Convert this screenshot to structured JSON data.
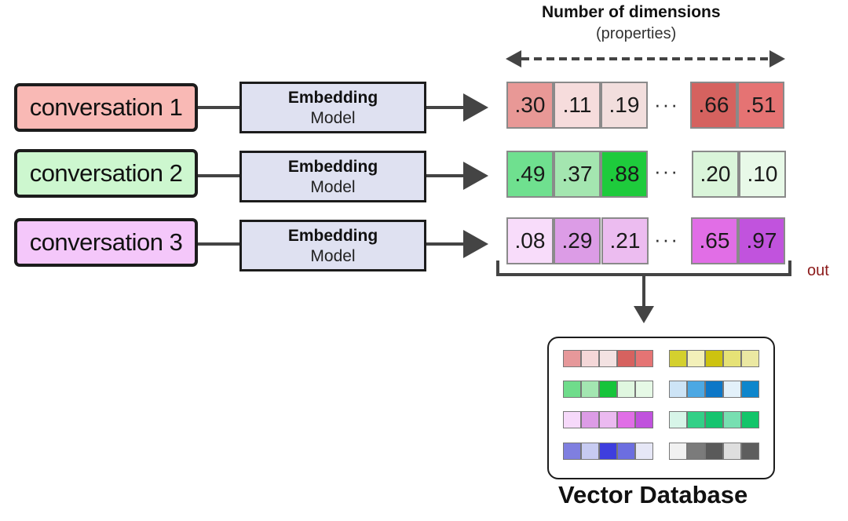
{
  "header": {
    "title": "Number of dimensions",
    "subtitle": "(properties)"
  },
  "rows": [
    {
      "label": "conversation 1",
      "fill": "#f9b9b5",
      "model_title": "Embedding",
      "model_sub": "Model",
      "values": [
        ".30",
        ".11",
        ".19",
        ".66",
        ".51"
      ],
      "colors": [
        "#e89896",
        "#f6dcdc",
        "#f2dedd",
        "#d5625f",
        "#e57373"
      ]
    },
    {
      "label": "conversation 2",
      "fill": "#cdf7cf",
      "model_title": "Embedding",
      "model_sub": "Model",
      "values": [
        ".49",
        ".37",
        ".88",
        ".20",
        ".10"
      ],
      "colors": [
        "#6fe08f",
        "#a4e6b0",
        "#1ecb3c",
        "#daf5da",
        "#e8f9e8"
      ]
    },
    {
      "label": "conversation 3",
      "fill": "#f4c7fa",
      "model_title": "Embedding",
      "model_sub": "Model",
      "values": [
        ".08",
        ".29",
        ".21",
        ".65",
        ".97"
      ],
      "colors": [
        "#f8dcfa",
        "#dc9ce6",
        "#ecbcf0",
        "#e16ee6",
        "#c153dd"
      ]
    }
  ],
  "ellipsis": "···",
  "stray_text": "out",
  "database": {
    "label": "Vector Database",
    "left_rows": [
      [
        "#e6989a",
        "#f4d7d8",
        "#f3e2e2",
        "#d6625f",
        "#e57474"
      ],
      [
        "#6fdc8b",
        "#a3e6b1",
        "#16c43a",
        "#e0f7e0",
        "#e6f9e6"
      ],
      [
        "#f6d9fa",
        "#dc9ce6",
        "#ebbaf0",
        "#e06ee6",
        "#c052dd"
      ],
      [
        "#7f7fe0",
        "#c7cbf2",
        "#3e3ede",
        "#6c6ee0",
        "#e6e7f6"
      ]
    ],
    "right_rows": [
      [
        "#d4d02e",
        "#f3f0b9",
        "#cdc310",
        "#e6e276",
        "#ebe8a2"
      ],
      [
        "#cde4f6",
        "#4ca8e3",
        "#0d77c7",
        "#e3f1fa",
        "#0e86cc"
      ],
      [
        "#d7f5e8",
        "#33d087",
        "#16c46f",
        "#77dfb1",
        "#13c56a"
      ],
      [
        "#f1f1f1",
        "#7b7b7b",
        "#5a5a5a",
        "#dedede",
        "#5e5e5e"
      ]
    ]
  }
}
